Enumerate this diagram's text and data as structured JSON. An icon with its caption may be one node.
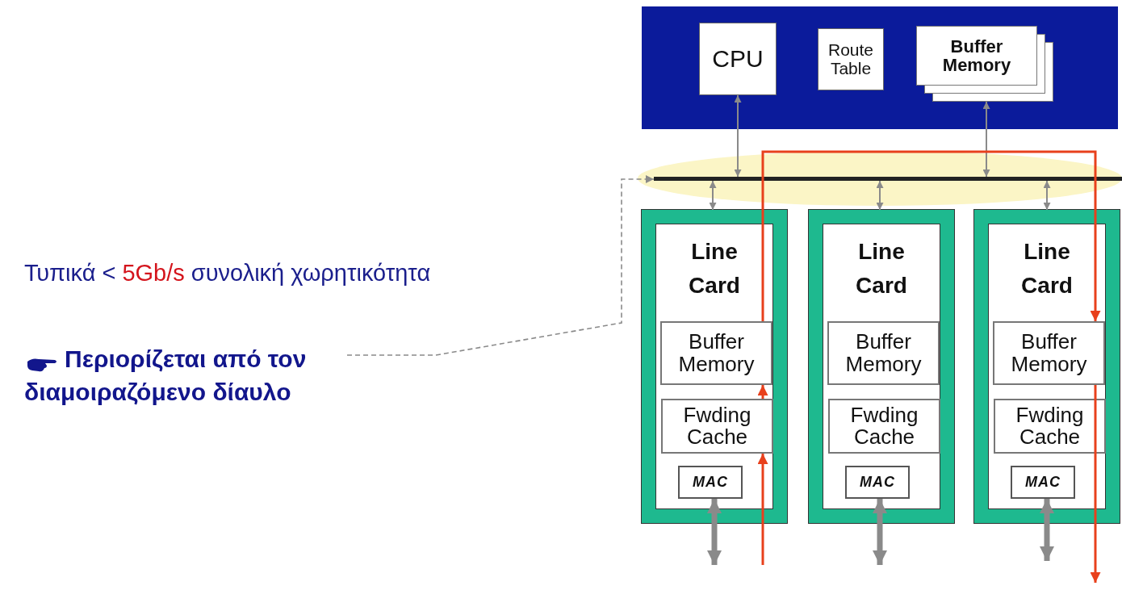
{
  "diagram": {
    "nodes": [
      {
        "text": [],
        "shape": "box"
      },
      {
        "text": [
          "CPU"
        ],
        "in": 0
      },
      {
        "text": [
          "Route Table"
        ],
        "in": 0
      },
      {
        "text": [
          "Buffer Memory"
        ],
        "in": 0
      },
      {
        "text": [],
        "shape": "bar"
      },
      {
        "text": [
          "Line Card"
        ]
      },
      {
        "text": [
          "Buffer Memory"
        ],
        "in": 5
      },
      {
        "text": [
          "Fwding Cache"
        ],
        "in": 5
      },
      {
        "text": [
          "MAC"
        ],
        "in": 5
      },
      {
        "text": [
          "Line Card"
        ]
      },
      {
        "text": [
          "Buffer Memory"
        ],
        "in": 9
      },
      {
        "text": [
          "Fwding Cache"
        ],
        "in": 9
      },
      {
        "text": [
          "MAC"
        ],
        "in": 9
      },
      {
        "text": [
          "Line Card"
        ]
      },
      {
        "text": [
          "Buffer Memory"
        ],
        "in": 13
      },
      {
        "text": [
          "Fwding Cache"
        ],
        "in": 13
      },
      {
        "text": [
          "MAC"
        ],
        "in": 13
      },
      {
        "text": [
          "Περιορίζεται από τον διαμοιραζόμενο δίαυλο"
        ]
      }
    ],
    "edges": [
      {
        "from": 1,
        "to": 4,
        "arrow": "both"
      },
      {
        "from": 3,
        "to": 4,
        "arrow": "both"
      },
      {
        "from": 4,
        "to": 5,
        "arrow": "both"
      },
      {
        "from": 4,
        "to": 9,
        "arrow": "both"
      },
      {
        "from": 4,
        "to": 13,
        "arrow": "both"
      },
      {
        "from": 8,
        "to": null,
        "arrow": "both",
        "style": "thick"
      },
      {
        "from": 12,
        "to": null,
        "arrow": "both",
        "style": "thick"
      },
      {
        "from": 16,
        "to": null,
        "arrow": "both",
        "style": "thick"
      },
      {
        "from": null,
        "to": 7,
        "arrow": "to",
        "color": "#e8401c"
      },
      {
        "from": 7,
        "to": 6,
        "arrow": "to",
        "color": "#e8401c"
      },
      {
        "from": 6,
        "to": 14,
        "arrow": "to",
        "color": "#e8401c"
      },
      {
        "from": 14,
        "to": null,
        "arrow": "to",
        "color": "#e8401c"
      },
      {
        "from": 17,
        "to": 4,
        "arrow": "to",
        "style": "dashed"
      }
    ],
    "labels": [
      "Τυπικά <",
      "5Gb/s",
      "συνολική χωρητικότητα"
    ]
  }
}
